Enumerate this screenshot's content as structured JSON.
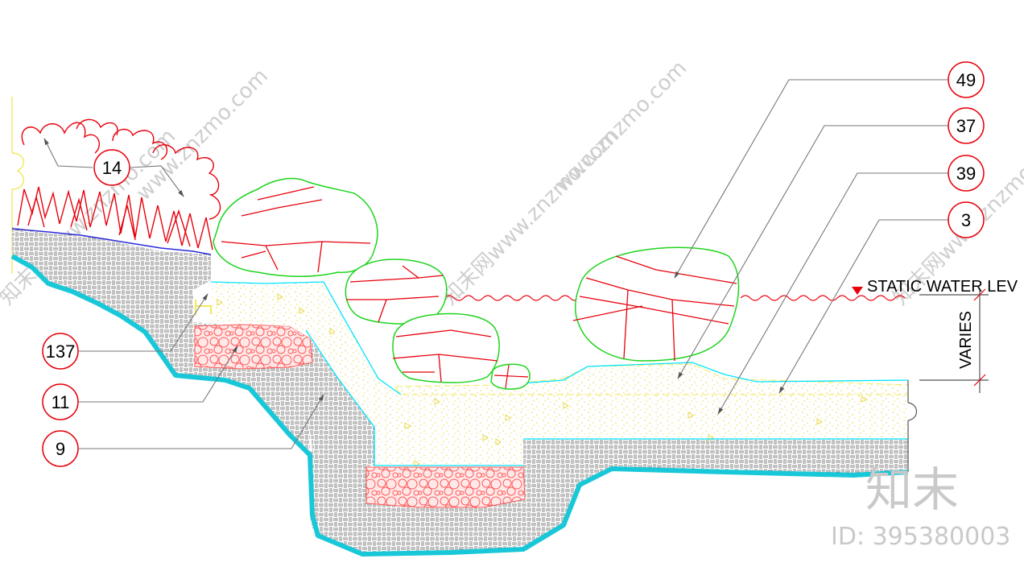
{
  "callouts": [
    {
      "id": "c14",
      "label": "14"
    },
    {
      "id": "c49",
      "label": "49"
    },
    {
      "id": "c37",
      "label": "37"
    },
    {
      "id": "c39",
      "label": "39"
    },
    {
      "id": "c3",
      "label": "3"
    },
    {
      "id": "c137",
      "label": "137"
    },
    {
      "id": "c11",
      "label": "11"
    },
    {
      "id": "c9",
      "label": "9"
    }
  ],
  "annotations": {
    "water_level": "STATIC WATER LEV",
    "varies": "VARIES"
  },
  "watermarks": {
    "site": "www.znzmo.com",
    "site_cn": "知末网www.znzmo.com",
    "brand": "知末",
    "id_text": "ID: 395380003"
  },
  "colors": {
    "plant": "#e8000b",
    "rock_outline": "#1ed41e",
    "rock_crack": "#e8000b",
    "water": "#00e5ff",
    "membrane": "#19c8d8",
    "gravel": "#ff5a5a",
    "sand": "#f2e85a",
    "leader": "#777777",
    "soil_line": "#2b2bd6",
    "water_marker": "#e8000b"
  }
}
